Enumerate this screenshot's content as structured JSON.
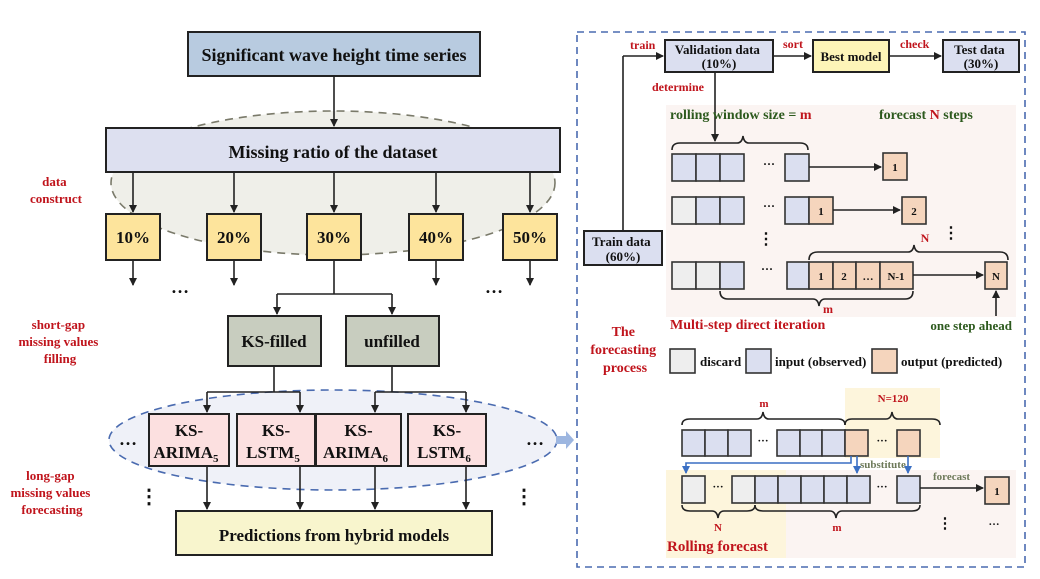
{
  "colors": {
    "top_box": "#b8cbe0",
    "missing_box": "#dde0f0",
    "pct_box": "#fde49c",
    "gray_box": "#c8cdbf",
    "pink_box": "#fce0e0",
    "pred_box": "#f8f5cd",
    "input_cell": "#dbdff0",
    "output_cell": "#f5d5bd",
    "discard_cell": "#eeeeee",
    "best_model": "#fdf5b8",
    "label_red": "#c0141c",
    "label_green": "#2d5a1e",
    "dashed_blue": "#4a6bb0",
    "dashed_gray": "#7a7a6a"
  },
  "left": {
    "title": "Significant wave height time series",
    "missing_ratio": "Missing ratio of the dataset",
    "side_labels": {
      "data_construct": [
        "data",
        "construct"
      ],
      "short_gap": [
        "short-gap",
        "missing values",
        "filling"
      ],
      "long_gap": [
        "long-gap",
        "missing values",
        "forecasting"
      ]
    },
    "percentages": [
      "10%",
      "20%",
      "30%",
      "40%",
      "50%"
    ],
    "ellipsis": "…",
    "vertical_ellipsis": "⋮",
    "filling": [
      "KS-filled",
      "unfilled"
    ],
    "models": [
      {
        "line1": "KS-",
        "line2": "ARIMA",
        "sub": "5"
      },
      {
        "line1": "KS-",
        "line2": "LSTM",
        "sub": "5"
      },
      {
        "line1": "KS-",
        "line2": "ARIMA",
        "sub": "6"
      },
      {
        "line1": "KS-",
        "line2": "LSTM",
        "sub": "6"
      }
    ],
    "predictions": "Predictions from  hybrid models"
  },
  "right": {
    "top": {
      "train_label": "train",
      "validation": [
        "Validation data",
        "(10%)"
      ],
      "sort_label": "sort",
      "best_model": "Best model",
      "check_label": "check",
      "test": [
        "Test data",
        "(30%)"
      ],
      "determine_label": "determine",
      "train_data": [
        "Train data",
        "(60%)"
      ]
    },
    "multistep": {
      "window_prefix": "rolling  window size = ",
      "window_var": "m",
      "forecast_prefix": "forecast ",
      "forecast_var": "N",
      "forecast_suffix": " steps",
      "out1": "1",
      "out2": "2",
      "in_out_1": "1",
      "seq": [
        "1",
        "2",
        "…",
        "N-1"
      ],
      "outN": "N",
      "brace_N": "N",
      "brace_m": "m",
      "title": "Multi-step direct iteration",
      "one_step": "one step ahead",
      "ellipsis": "···",
      "vertical_ellipsis": "⋮"
    },
    "process_label": [
      "The",
      "forecasting",
      "process"
    ],
    "legend": [
      {
        "key": "discard",
        "label": "discard"
      },
      {
        "key": "input",
        "label": "input (observed)"
      },
      {
        "key": "output",
        "label": "output (predicted)"
      }
    ],
    "rolling": {
      "m_top": "m",
      "n_top": "N=120",
      "substitute": "substitute",
      "forecast": "forecast",
      "out": "1",
      "n_bottom": "N",
      "m_bottom": "m",
      "title": "Rolling forecast",
      "ellipsis": "···",
      "dots": "…",
      "vertical_ellipsis": "⋮"
    }
  }
}
